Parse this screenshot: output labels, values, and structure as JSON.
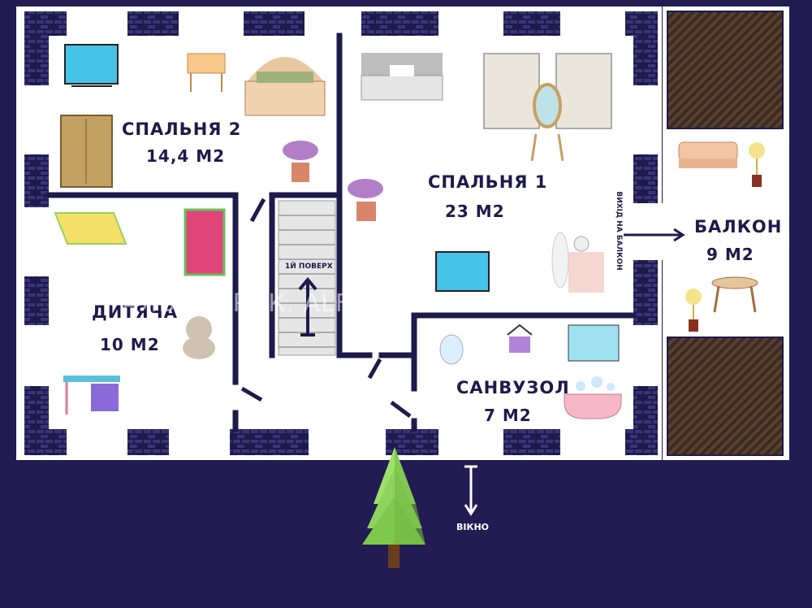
{
  "rooms": {
    "bedroom2": {
      "name": "СПАЛЬНЯ 2",
      "area": "14,4 М2"
    },
    "bedroom1": {
      "name": "СПАЛЬНЯ 1",
      "area": "23 М2"
    },
    "kids": {
      "name": "ДИТЯЧА",
      "area": "10 М2"
    },
    "bathroom": {
      "name": "САНВУЗОЛ",
      "area": "7 М2"
    },
    "balcony": {
      "name": "БАЛКОН",
      "area": "9 М2"
    }
  },
  "labels": {
    "floor": "1Й ПОВЕРХ",
    "balcony_exit": "ВИХІД НА БАЛКОН",
    "window": "ВІКНО"
  },
  "watermark": "АЛЬФАБРОК. ALFABROK. АЛЬФАБРОК",
  "colors": {
    "background": "#221c52",
    "wall": "#1e1a4a",
    "floor": "#ffffff",
    "balcony_slats": "#3a2a22",
    "tree": "#8fd45c"
  },
  "icons": [
    "tv-icon",
    "side-table-icon",
    "bed-icon",
    "wardrobe-icon",
    "plant-icon",
    "mirror-icon",
    "child-bed-icon",
    "cabinet-icon",
    "teddy-bear-icon",
    "desk-icon",
    "toilet-icon",
    "hanger-icon",
    "sink-icon",
    "bathtub-icon",
    "sofa-icon",
    "coffee-table-icon",
    "vanity-icon",
    "tree-icon"
  ]
}
